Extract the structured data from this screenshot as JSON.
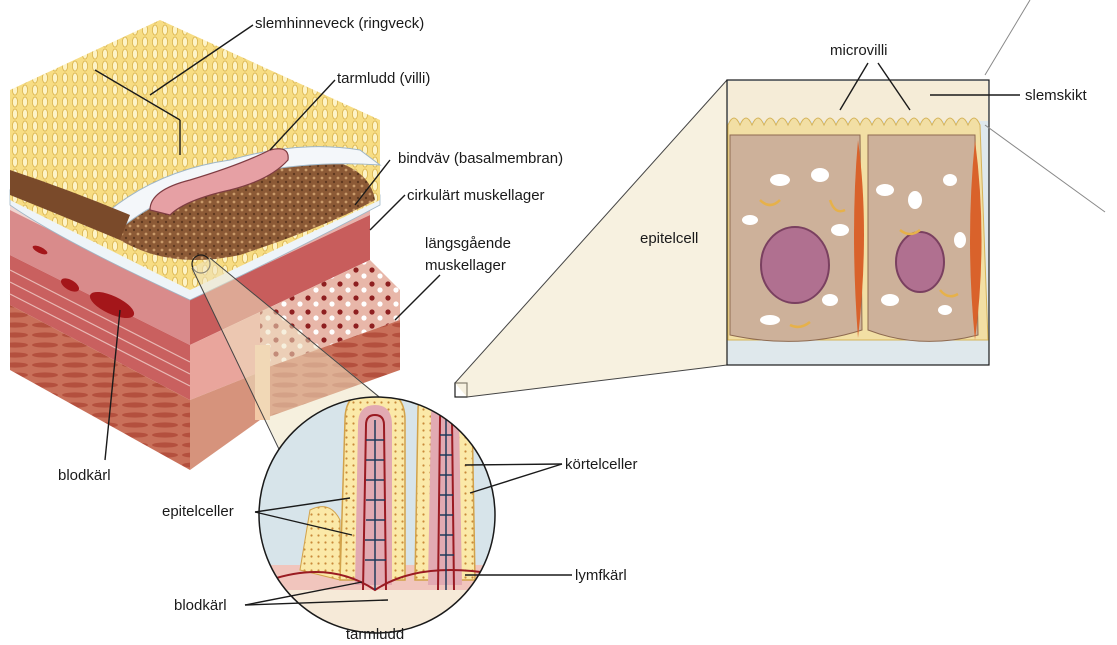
{
  "labels": {
    "mucosal_fold": "slemhinneveck (ringveck)",
    "villus": "tarmludd (villi)",
    "connective_tissue": "bindväv (basalmembran)",
    "circular_muscle": "cirkulärt muskellager",
    "longitudinal_muscle_1": "längsgående",
    "longitudinal_muscle_2": "muskellager",
    "blood_vessel_left": "blodkärl",
    "epithelial_cells": "epitelceller",
    "blood_vessels_bottom": "blodkärl",
    "villus_bottom": "tarmludd",
    "gland_cells": "körtelceller",
    "lymph_vessel": "lymfkärl",
    "microvilli": "microvilli",
    "mucus_layer": "slemskikt",
    "epithelial_cell": "epitelcell"
  },
  "colors": {
    "villi_yellow": "#f4d36a",
    "villi_light": "#fbe9a8",
    "muscle_red": "#c8555c",
    "muscle_pink": "#e6a3a3",
    "cell_tan": "#cdb19a",
    "nucleus": "#b07090",
    "vessel_red": "#b81e24",
    "orange": "#d9622b",
    "mucus": "#f3ead6",
    "inset_bg": "#d8e3e8"
  }
}
